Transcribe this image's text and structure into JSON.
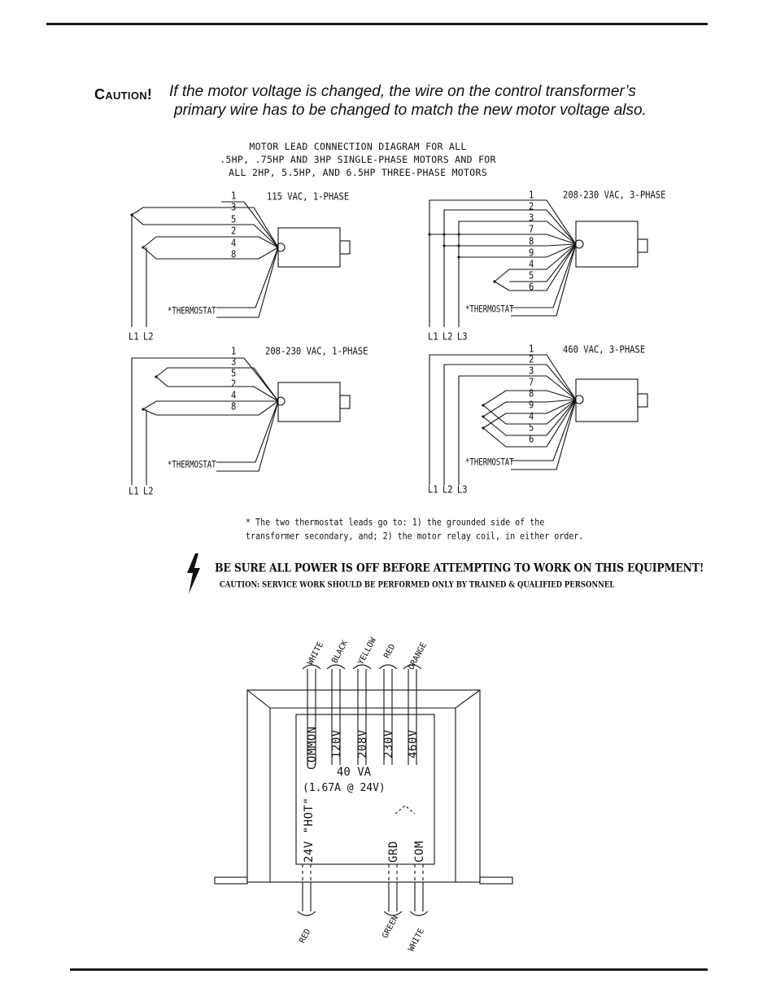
{
  "caution": {
    "word": "Caution!",
    "line1": "If the motor voltage is changed, the wire on the control transformer’s",
    "line2": "primary wire has to be changed to match the new motor voltage also."
  },
  "diagram_title": {
    "line1": "MOTOR LEAD CONNECTION DIAGRAM FOR ALL",
    "line2": ".5HP, .75HP AND 3HP SINGLE-PHASE MOTORS AND FOR",
    "line3": "ALL 2HP, 5.5HP, AND 6.5HP THREE-PHASE MOTORS"
  },
  "diagrams": {
    "tl": {
      "label": "115 VAC, 1-PHASE",
      "leads": [
        "1",
        "3",
        "5",
        "2",
        "4",
        "8"
      ],
      "thermostat": "*THERMOSTAT",
      "lines": "L1 L2"
    },
    "tr": {
      "label": "208-230 VAC, 3-PHASE",
      "leads": [
        "1",
        "2",
        "3",
        "7",
        "8",
        "9",
        "4",
        "5",
        "6"
      ],
      "thermostat": "*THERMOSTAT",
      "lines": "L1 L2 L3"
    },
    "bl": {
      "label": "208-230 VAC, 1-PHASE",
      "leads": [
        "1",
        "3",
        "5",
        "2",
        "4",
        "8"
      ],
      "thermostat": "*THERMOSTAT",
      "lines": "L1 L2"
    },
    "br": {
      "label": "460 VAC, 3-PHASE",
      "leads": [
        "1",
        "2",
        "3",
        "7",
        "8",
        "9",
        "4",
        "5",
        "6"
      ],
      "thermostat": "*THERMOSTAT",
      "lines": "L1 L2 L3"
    }
  },
  "note": {
    "line1": "* The two thermostat leads go to: 1) the grounded side of the",
    "line2": "transformer secondary, and; 2) the motor relay coil, in either order."
  },
  "warning": {
    "line1": "BE SURE ALL POWER IS OFF BEFORE ATTEMPTING TO WORK ON THIS EQUIPMENT!",
    "line2": "CAUTION: SERVICE WORK SHOULD BE PERFORMED ONLY BY TRAINED & QUALIFIED PERSONNEL"
  },
  "transformer": {
    "top_wires": [
      "WHITE",
      "BLACK",
      "YELLOW",
      "RED",
      "ORANGE"
    ],
    "taps": [
      "COMMON",
      "120V",
      "208V",
      "230V",
      "460V"
    ],
    "rating": "40 VA",
    "current": "(1.67A @ 24V)",
    "secondary": [
      "24V \"HOT\"",
      "GRD",
      "COM"
    ],
    "bottom_wires": [
      "RED",
      "GREEN",
      "WHITE"
    ]
  }
}
